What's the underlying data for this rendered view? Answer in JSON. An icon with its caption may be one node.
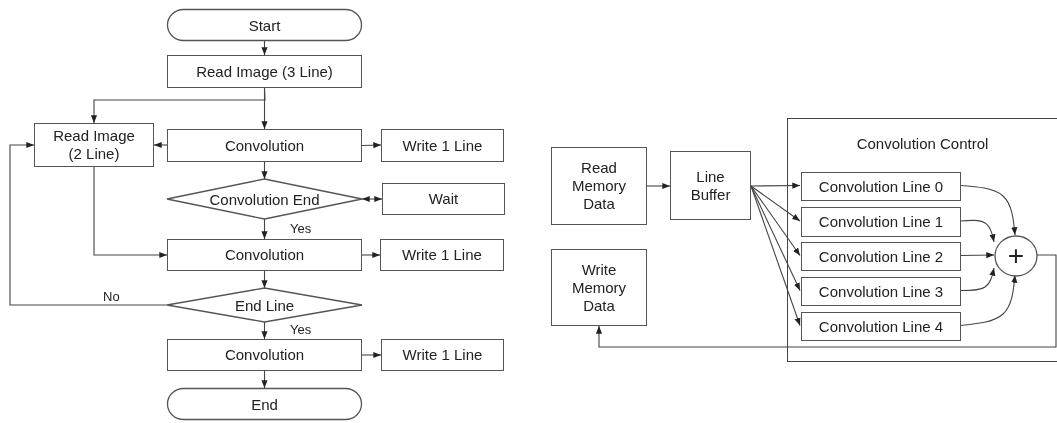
{
  "diagram": {
    "nodes": [
      {
        "text": [
          "Start"
        ]
      },
      {
        "text": [
          "Read Image (3 Line)"
        ]
      },
      {
        "text": [
          "Read Image (2 Line)"
        ]
      },
      {
        "text": [
          "Convolution"
        ]
      },
      {
        "text": [
          "Write 1 Line"
        ]
      },
      {
        "text": [
          "Convolution End"
        ]
      },
      {
        "text": [
          "Wait"
        ]
      },
      {
        "text": [
          "Convolution"
        ]
      },
      {
        "text": [
          "Write 1 Line"
        ]
      },
      {
        "text": [
          "End Line"
        ]
      },
      {
        "text": [
          "Convolution"
        ]
      },
      {
        "text": [
          "Write 1 Line"
        ]
      },
      {
        "text": [
          "End"
        ]
      },
      {
        "text": [
          "Read Memory Data"
        ]
      },
      {
        "text": [
          "Line Buffer"
        ]
      },
      {
        "text": [
          "Write Memory Data"
        ]
      },
      {
        "text": [
          "Convolution Control"
        ]
      },
      {
        "text": [
          "Convolution Line 0"
        ],
        "in": 16
      },
      {
        "text": [
          "Convolution Line 1"
        ],
        "in": 16
      },
      {
        "text": [
          "Convolution Line 2"
        ],
        "in": 16
      },
      {
        "text": [
          "Convolution Line 3"
        ],
        "in": 16
      },
      {
        "text": [
          "Convolution Line 4"
        ],
        "in": 16
      },
      {
        "text": [
          "+"
        ],
        "in": 16
      }
    ],
    "edges": [
      {
        "from": 0,
        "to": 1,
        "arrow": "to"
      },
      {
        "from": 1,
        "to": 3,
        "arrow": "to"
      },
      {
        "from": 1,
        "to": 2,
        "arrow": "to"
      },
      {
        "from": 3,
        "to": 2,
        "arrow": "to"
      },
      {
        "from": 3,
        "to": 4,
        "arrow": "to"
      },
      {
        "from": 3,
        "to": 5,
        "arrow": "to"
      },
      {
        "from": 5,
        "to": 6,
        "arrow": "both"
      },
      {
        "from": 5,
        "to": 7,
        "arrow": "to",
        "label": "Yes"
      },
      {
        "from": 2,
        "to": 7,
        "arrow": "to"
      },
      {
        "from": 7,
        "to": 8,
        "arrow": "to"
      },
      {
        "from": 7,
        "to": 9,
        "arrow": "to"
      },
      {
        "from": 9,
        "to": 2,
        "arrow": "to",
        "label": "No"
      },
      {
        "from": 9,
        "to": 10,
        "arrow": "to",
        "label": "Yes"
      },
      {
        "from": 10,
        "to": 11,
        "arrow": "to"
      },
      {
        "from": 10,
        "to": 12,
        "arrow": "to"
      },
      {
        "from": 13,
        "to": 14,
        "arrow": "to"
      },
      {
        "from": 14,
        "to": 17,
        "arrow": "to"
      },
      {
        "from": 14,
        "to": 18,
        "arrow": "to"
      },
      {
        "from": 14,
        "to": 19,
        "arrow": "to"
      },
      {
        "from": 14,
        "to": 20,
        "arrow": "to"
      },
      {
        "from": 14,
        "to": 21,
        "arrow": "to"
      },
      {
        "from": 17,
        "to": 22,
        "arrow": "to"
      },
      {
        "from": 18,
        "to": 22,
        "arrow": "to"
      },
      {
        "from": 19,
        "to": 22,
        "arrow": "to"
      },
      {
        "from": 20,
        "to": 22,
        "arrow": "to"
      },
      {
        "from": 21,
        "to": 22,
        "arrow": "to"
      },
      {
        "from": 22,
        "to": 15,
        "arrow": "to"
      }
    ]
  }
}
